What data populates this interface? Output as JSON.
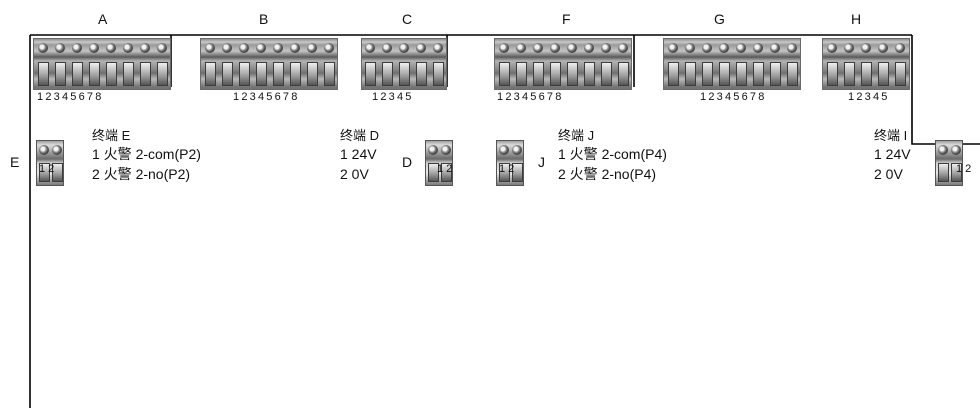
{
  "headers": [
    "A",
    "B",
    "C",
    "F",
    "G",
    "H"
  ],
  "pin_numbers": {
    "eight": "12345678",
    "five": "12345",
    "two": "12"
  },
  "side_labels": {
    "e": "E",
    "d": "D",
    "j": "J"
  },
  "terminals": {
    "e": {
      "title": "终端 E",
      "lines": [
        "1  火警 2-com(P2)",
        "2  火警 2-no(P2)"
      ]
    },
    "d": {
      "title": "终端 D",
      "lines": [
        "1  24V",
        "2  0V"
      ]
    },
    "j": {
      "title": "终端 J",
      "lines": [
        "1  火警 2-com(P4)",
        "2  火警 2-no(P4)"
      ]
    },
    "i": {
      "title": "终端 I",
      "lines": [
        "1  24V",
        "2  0V"
      ]
    }
  },
  "colors": {
    "wire": "#000000",
    "terminal_metal": "#9a9a9a"
  }
}
